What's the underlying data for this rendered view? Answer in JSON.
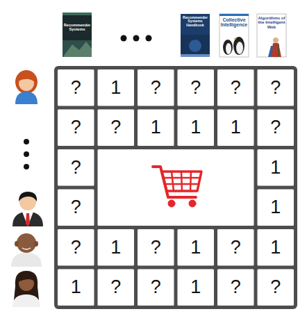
{
  "diagram": {
    "labels": [
      "Recommender Systems",
      "Recommender Systems Handbook",
      "Collective Intelligence",
      "Algorithms of the Intelligent Web",
      "?",
      "1",
      "?",
      "?",
      "?",
      "?",
      "?",
      "?",
      "1",
      "1",
      "1",
      "?",
      "?",
      "1",
      "?",
      "1",
      "?",
      "1",
      "?",
      "1",
      "?",
      "1",
      "1",
      "?",
      "?",
      "1",
      "?",
      "?"
    ]
  }
}
